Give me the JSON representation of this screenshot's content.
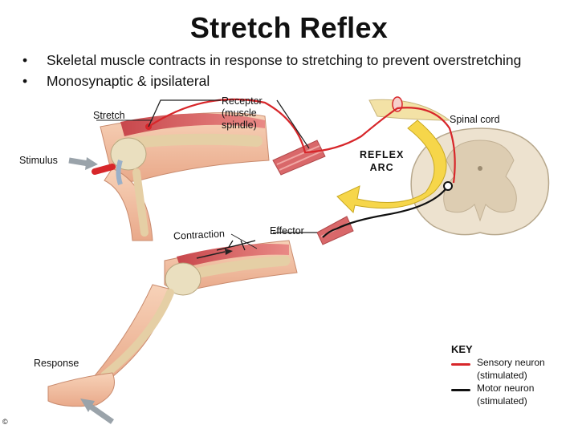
{
  "title": "Stretch Reflex",
  "bullets": [
    "Skeletal muscle contracts in response to stretching to prevent overstretching",
    "Monosynaptic & ipsilateral"
  ],
  "labels": {
    "stretch": "Stretch",
    "stimulus": "Stimulus",
    "receptor": "Receptor\n(muscle\nspindle)",
    "spinal_cord": "Spinal cord",
    "reflex_arc": "REFLEX\nARC",
    "contraction": "Contraction",
    "effector": "Effector",
    "response": "Response"
  },
  "key": {
    "heading": "KEY",
    "items": [
      {
        "label": "Sensory neuron\n(stimulated)",
        "color": "#d7262a"
      },
      {
        "label": "Motor neuron\n(stimulated)",
        "color": "#111111"
      }
    ]
  },
  "footer": "©",
  "colors": {
    "skin": "#f3c3a4",
    "bone": "#eadfbf",
    "muscle": "#d9686a",
    "arrow_yellow": "#f6d64a",
    "sensory": "#d7262a",
    "motor": "#111111"
  }
}
